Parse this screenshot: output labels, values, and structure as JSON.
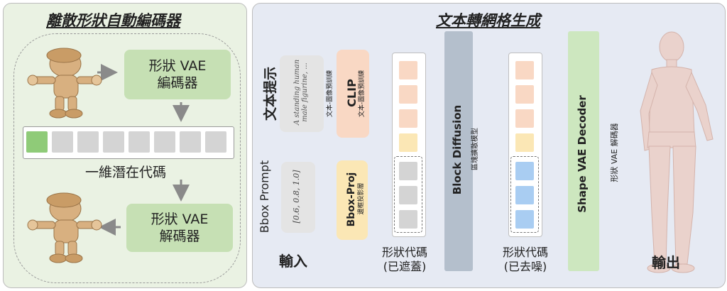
{
  "left_panel": {
    "title": "離散形狀自動編碼器",
    "encoder_line1": "形狀 VAE",
    "encoder_line2": "編碼器",
    "latent_label": "一維潛在代碼",
    "decoder_line1": "形狀 VAE",
    "decoder_line2": "解碼器"
  },
  "right_panel": {
    "title": "文本轉網格生成",
    "text_prompt_label": "文本提示",
    "text_prompt_example": "A standing human male figurine, ...",
    "text_prompt_sub": "文本-圖像預訓練",
    "clip_label": "CLIP",
    "clip_sub": "文本-圖像預訓練",
    "bbox_prompt_label": "Bbox Prompt",
    "bbox_values": "[0.6, 0.8, 1.0]",
    "bbox_proj_label": "Bbox-Proj",
    "bbox_proj_sub": "邊框投影層",
    "block_diffusion_label": "Block Diffusion",
    "block_diffusion_sub": "區塊擴散模型",
    "decoder_label": "Shape VAE Decoder",
    "decoder_sub": "形狀 VAE 解碼器",
    "input_label": "輸入",
    "masked_codes_line1": "形狀代碼",
    "masked_codes_line2": "(已遮蓋)",
    "denoised_codes_line1": "形狀代碼",
    "denoised_codes_line2": "(已去噪)",
    "output_label": "輸出"
  },
  "colors": {
    "left_bg": "#eaf2e3",
    "right_bg": "#e6eaf3",
    "green_box": "#c6e0b4",
    "text_token": "#f9d8c4",
    "bbox_token": "#fbe7b5",
    "masked_token": "#d4d4d4",
    "denoised_token": "#a9cdf2",
    "block_diffusion": "#b4bfcc",
    "decoder_bar": "#cde7bf"
  }
}
